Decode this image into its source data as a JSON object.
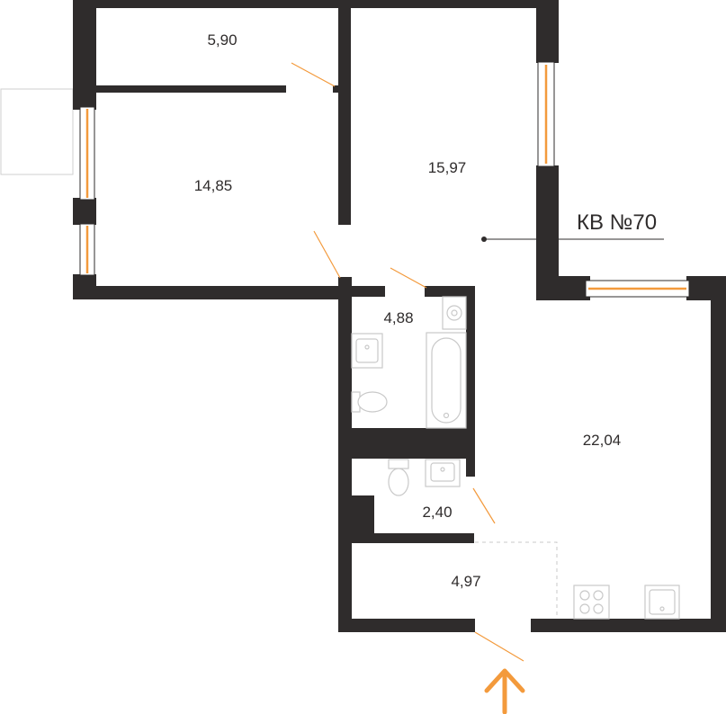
{
  "apartment": {
    "label": "КВ №70"
  },
  "rooms": [
    {
      "id": "storage",
      "area": "5,90"
    },
    {
      "id": "bedroom",
      "area": "14,85"
    },
    {
      "id": "living",
      "area": "15,97"
    },
    {
      "id": "bathroom",
      "area": "4,88"
    },
    {
      "id": "toilet",
      "area": "2,40"
    },
    {
      "id": "hallway",
      "area": "4,97"
    },
    {
      "id": "kitchen",
      "area": "22,04"
    }
  ],
  "colors": {
    "wall": "#2f2c2c",
    "accent": "#f39a3c",
    "fixture": "#c9c9c9"
  },
  "icons": {
    "entrance": "arrow-up-icon"
  }
}
